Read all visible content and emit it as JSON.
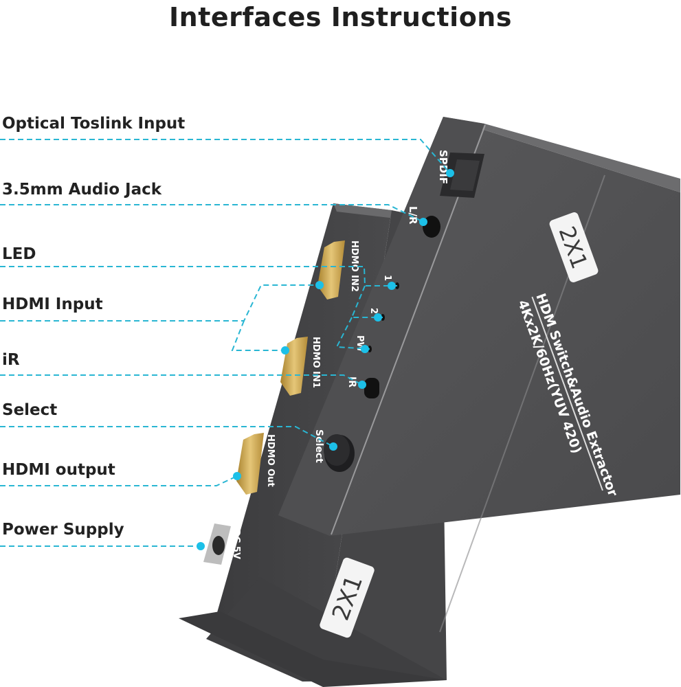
{
  "title": "Interfaces Instructions",
  "callouts": [
    {
      "id": "optical",
      "label": "Optical Toslink Input",
      "port_marking": "SPDIF"
    },
    {
      "id": "audio-jack",
      "label": "3.5mm Audio Jack",
      "port_marking": "L/R"
    },
    {
      "id": "led",
      "label": "LED",
      "port_marking": [
        "1",
        "2",
        "PW"
      ]
    },
    {
      "id": "hdmi-input",
      "label": "HDMI Input",
      "port_marking": [
        "HDMO IN2",
        "HDMO IN1"
      ]
    },
    {
      "id": "ir",
      "label": "iR",
      "port_marking": "IR"
    },
    {
      "id": "select",
      "label": "Select",
      "port_marking": "Select"
    },
    {
      "id": "hdmi-output",
      "label": "HDMI output",
      "port_marking": "HDMO Out"
    },
    {
      "id": "power",
      "label": "Power Supply",
      "port_marking": "DC 5V"
    }
  ],
  "device": {
    "badge": "2X1",
    "product_line1": "HDM Switch&Audio Extractor",
    "product_line2": "4Kx2K/60Hz(YUV 420)",
    "badge_front": "2X1"
  },
  "colors": {
    "callout_line": "#29b6d3",
    "callout_dot": "#1cc0e8",
    "device_body": "#4e4e50",
    "hdmi_gold": "#c9a24a"
  }
}
